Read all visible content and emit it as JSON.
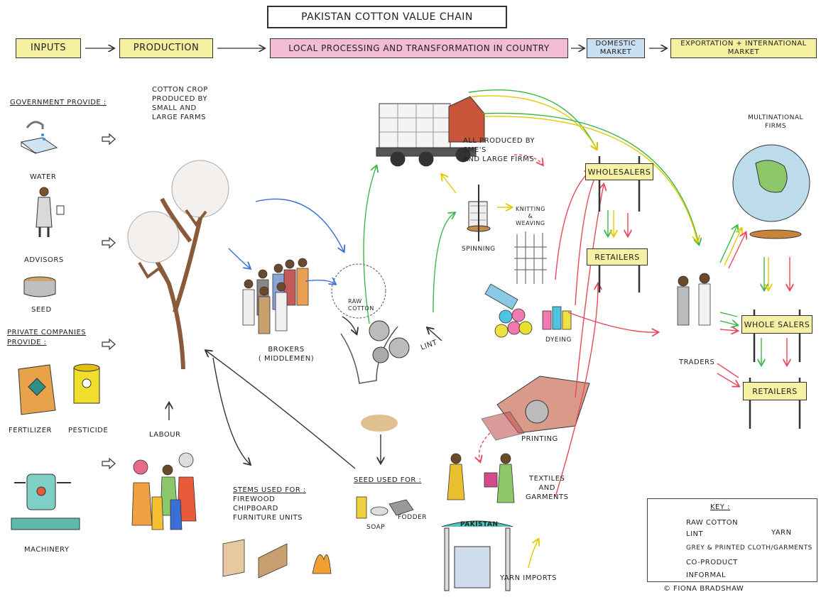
{
  "title": "PAKISTAN COTTON VALUE CHAIN",
  "stages": [
    {
      "label": "INPUTS",
      "color": "#f5f0a0"
    },
    {
      "label": "PRODUCTION",
      "color": "#f5f0a0"
    },
    {
      "label": "LOCAL PROCESSING AND TRANSFORMATION IN COUNTRY",
      "color": "#f2bcd4"
    },
    {
      "label": "DOMESTIC MARKET",
      "color": "#c9e0f2"
    },
    {
      "label": "EXPORTATION + INTERNATIONAL MARKET",
      "color": "#f5f0a0"
    }
  ],
  "inputs": {
    "government_heading": "GOVERNMENT PROVIDE :",
    "water": "WATER",
    "advisors": "ADVISORS",
    "seed": "SEED",
    "private_heading_1": "PRIVATE COMPANIES",
    "private_heading_2": "PROVIDE :",
    "fertilizer": "FERTILIZER",
    "pesticide": "PESTICIDE",
    "machinery": "MACHINERY"
  },
  "production": {
    "crop_text": [
      "COTTON CROP",
      "PRODUCED BY",
      "SMALL AND",
      "LARGE FARMS"
    ],
    "labour": "LABOUR",
    "brokers": [
      "BROKERS",
      "( MIDDLEMEN)"
    ],
    "stems_heading": "STEMS USED FOR :",
    "stems_uses": [
      "FIREWOOD",
      "CHIPBOARD",
      "FURNITURE UNITS"
    ]
  },
  "processing": {
    "raw_cotton": [
      "RAW",
      "COTTON"
    ],
    "lint": "LINT",
    "seed_heading": "SEED USED FOR :",
    "seed_soap": "SOAP",
    "seed_fodder": "FODDER",
    "sme_text": [
      "ALL PRODUCED BY",
      "SME'S",
      "AND LARGE FIRMS"
    ],
    "knitting": [
      "KNITTING",
      "&",
      "WEAVING"
    ],
    "spinning": "SPINNING",
    "dyeing": "DYEING",
    "printing": "PRINTING",
    "textiles": [
      "TEXTILES",
      "AND",
      "GARMENTS"
    ],
    "pakistan_sign": "PAKISTAN",
    "yarn_imports": "YARN IMPORTS"
  },
  "domestic": {
    "wholesalers": "WHOLESALERS",
    "retailers": "RETAILERS"
  },
  "international": {
    "multinational": [
      "MULTINATIONAL",
      "FIRMS"
    ],
    "traders": "TRADERS",
    "wholesalers": "WHOLE SALERS",
    "retailers": "RETAILERS"
  },
  "key": {
    "heading": "KEY :",
    "raw_cotton": "RAW COTTON",
    "lint": "LINT",
    "yarn": "YARN",
    "cloth": "GREY & PRINTED CLOTH/GARMENTS",
    "coproduct": "CO-PRODUCT",
    "informal": "INFORMAL"
  },
  "colors": {
    "raw_cotton": "#3b6fd6",
    "lint": "#3fb54a",
    "yarn": "#f0e020",
    "cloth": "#e8485a",
    "coproduct": "#333333",
    "informal": "#e8485a"
  },
  "credit": "© FIONA BRADSHAW"
}
